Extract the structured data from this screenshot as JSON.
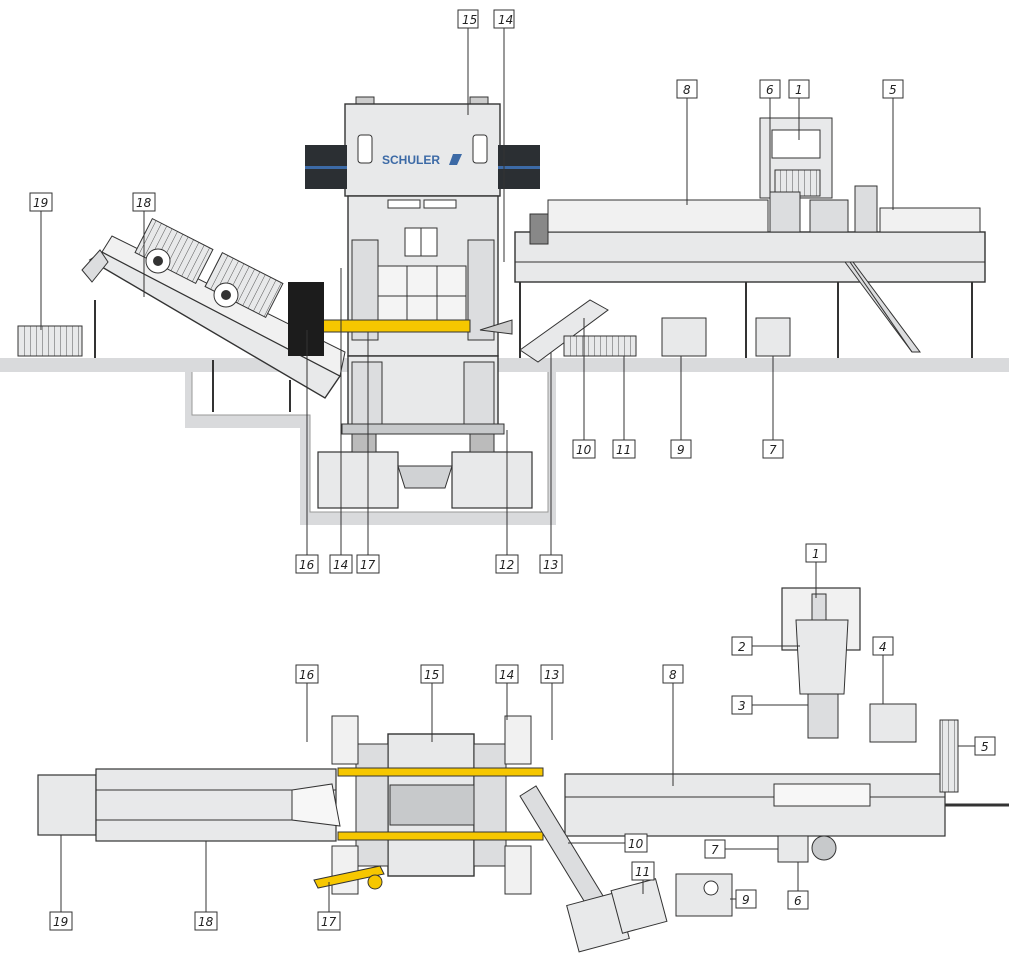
{
  "brand": "SCHULER",
  "colors": {
    "machine_fill": "#e8e9ea",
    "machine_dark": "#c7c9cb",
    "outline": "#333333",
    "floor": "#d9dadc",
    "accent_yellow": "#f6c700",
    "crown_blue": "#3c6aa6",
    "crown_dark": "#2b2f33"
  },
  "side_view": {
    "callouts": [
      "15",
      "14",
      "8",
      "6",
      "1",
      "5",
      "19",
      "18",
      "10",
      "11",
      "9",
      "7",
      "16",
      "14",
      "17",
      "12",
      "13"
    ]
  },
  "top_view": {
    "callouts": [
      "1",
      "2",
      "4",
      "3",
      "5",
      "16",
      "15",
      "14",
      "13",
      "8",
      "7",
      "6",
      "10",
      "11",
      "9",
      "19",
      "18",
      "17"
    ]
  }
}
